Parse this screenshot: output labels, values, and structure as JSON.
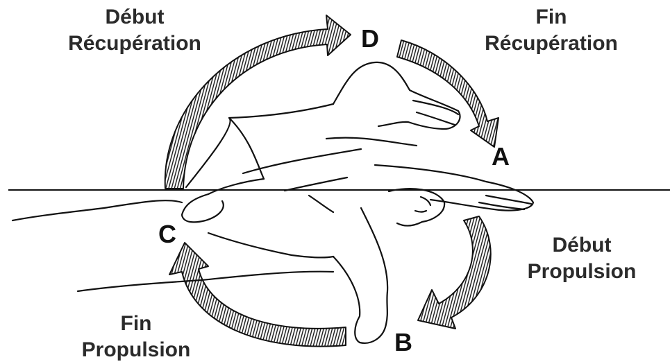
{
  "phases": {
    "debut_recuperation": {
      "line1": "Début",
      "line2": "Récupération"
    },
    "fin_recuperation": {
      "line1": "Fin",
      "line2": "Récupération"
    },
    "debut_propulsion": {
      "line1": "Début",
      "line2": "Propulsion"
    },
    "fin_propulsion": {
      "line1": "Fin",
      "line2": "Propulsion"
    }
  },
  "points": {
    "a": "A",
    "b": "B",
    "c": "C",
    "d": "D"
  },
  "colors": {
    "ink": "#111111",
    "label": "#2b2b2b",
    "background": "#ffffff"
  }
}
